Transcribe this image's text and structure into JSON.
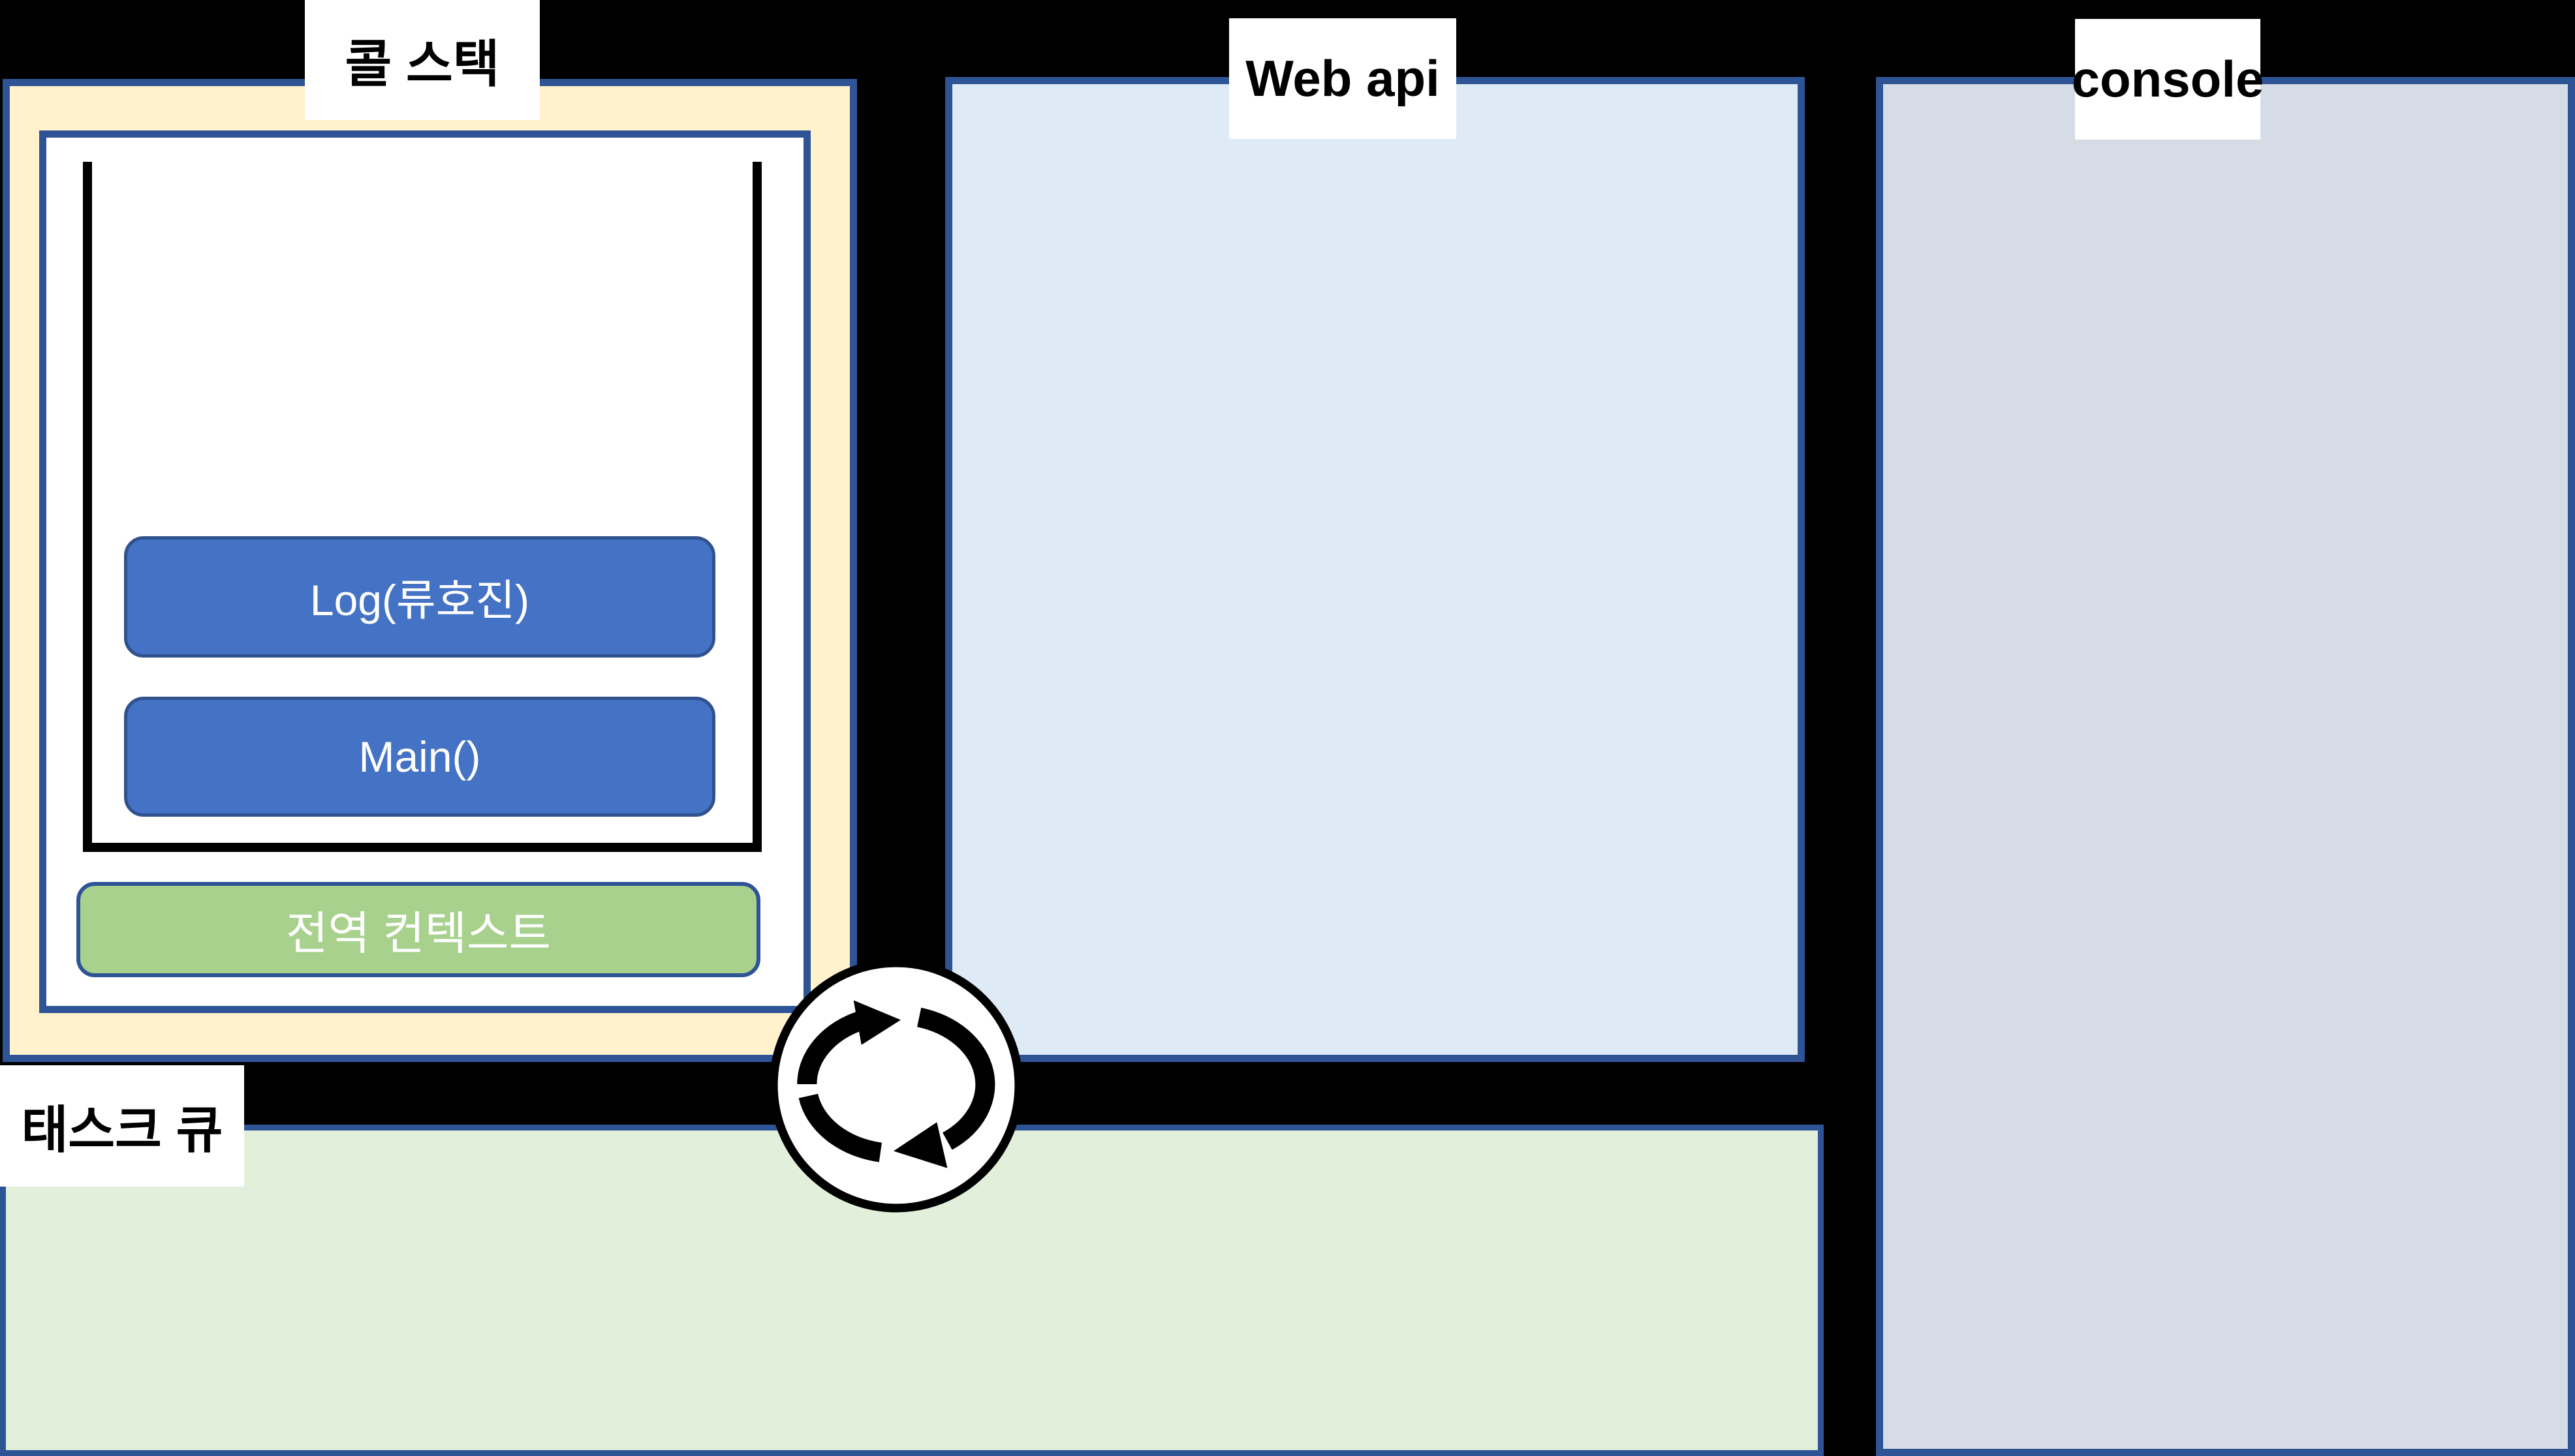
{
  "call_stack": {
    "label": "콜 스택",
    "frames": [
      "Log(류호진)",
      "Main()"
    ],
    "global_context": "전역 컨텍스트"
  },
  "web_api": {
    "label": "Web api"
  },
  "console": {
    "label": "console"
  },
  "task_queue": {
    "label": "태스크 큐"
  },
  "event_loop": {
    "icon": "cycle-arrows-icon"
  },
  "colors": {
    "background": "#000000",
    "panel_border": "#2F5496",
    "call_stack_bg": "#FFF2CC",
    "stack_inner_bg": "#FFFFFF",
    "stack_outline": "#000000",
    "frame_fill": "#4472C4",
    "frame_border": "#2F528F",
    "frame_text": "#FFFFFF",
    "global_context_fill": "#A9D18E",
    "web_api_bg": "#DEEBF7",
    "console_bg": "#D6DCE5",
    "task_queue_bg": "#E2EFDA",
    "label_bg": "#FFFFFF",
    "label_text": "#000000",
    "event_loop_icon": "#000000"
  }
}
